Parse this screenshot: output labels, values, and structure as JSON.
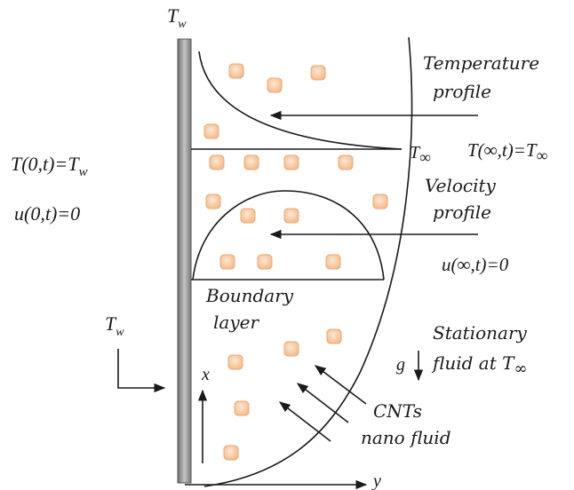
{
  "labels": {
    "wall_temp_top": "T",
    "wall_temp_top_sub": "w",
    "temperature_profile_line1": "Temperature",
    "temperature_profile_line2": "profile",
    "velocity_profile_line1": "Velocity",
    "velocity_profile_line2": "profile",
    "t_inf_label": "T",
    "t_inf_sub": "∞",
    "bc_wall_temp": "T(0,t)=T",
    "bc_wall_temp_sub": "w",
    "bc_wall_vel": "u(0,t)=0",
    "bc_far_temp": "T(∞,t)=T",
    "bc_far_temp_sub": "∞",
    "bc_far_vel": "u(∞,t)=0",
    "boundary_layer_line1": "Boundary",
    "boundary_layer_line2": "layer",
    "wall_temp_side": "T",
    "wall_temp_side_sub": "w",
    "stationary_line1": "Stationary",
    "stationary_line2": "fluid at T",
    "stationary_sub": "∞",
    "gravity": "g",
    "axis_x": "x",
    "axis_y": "y",
    "cnt_line1": "CNTs",
    "cnt_line2": "nano fluid"
  },
  "colors": {
    "particle_fill": "#f6c9a0",
    "particle_stroke": "#e8a878",
    "wall_fill": "#a9a9a9"
  }
}
